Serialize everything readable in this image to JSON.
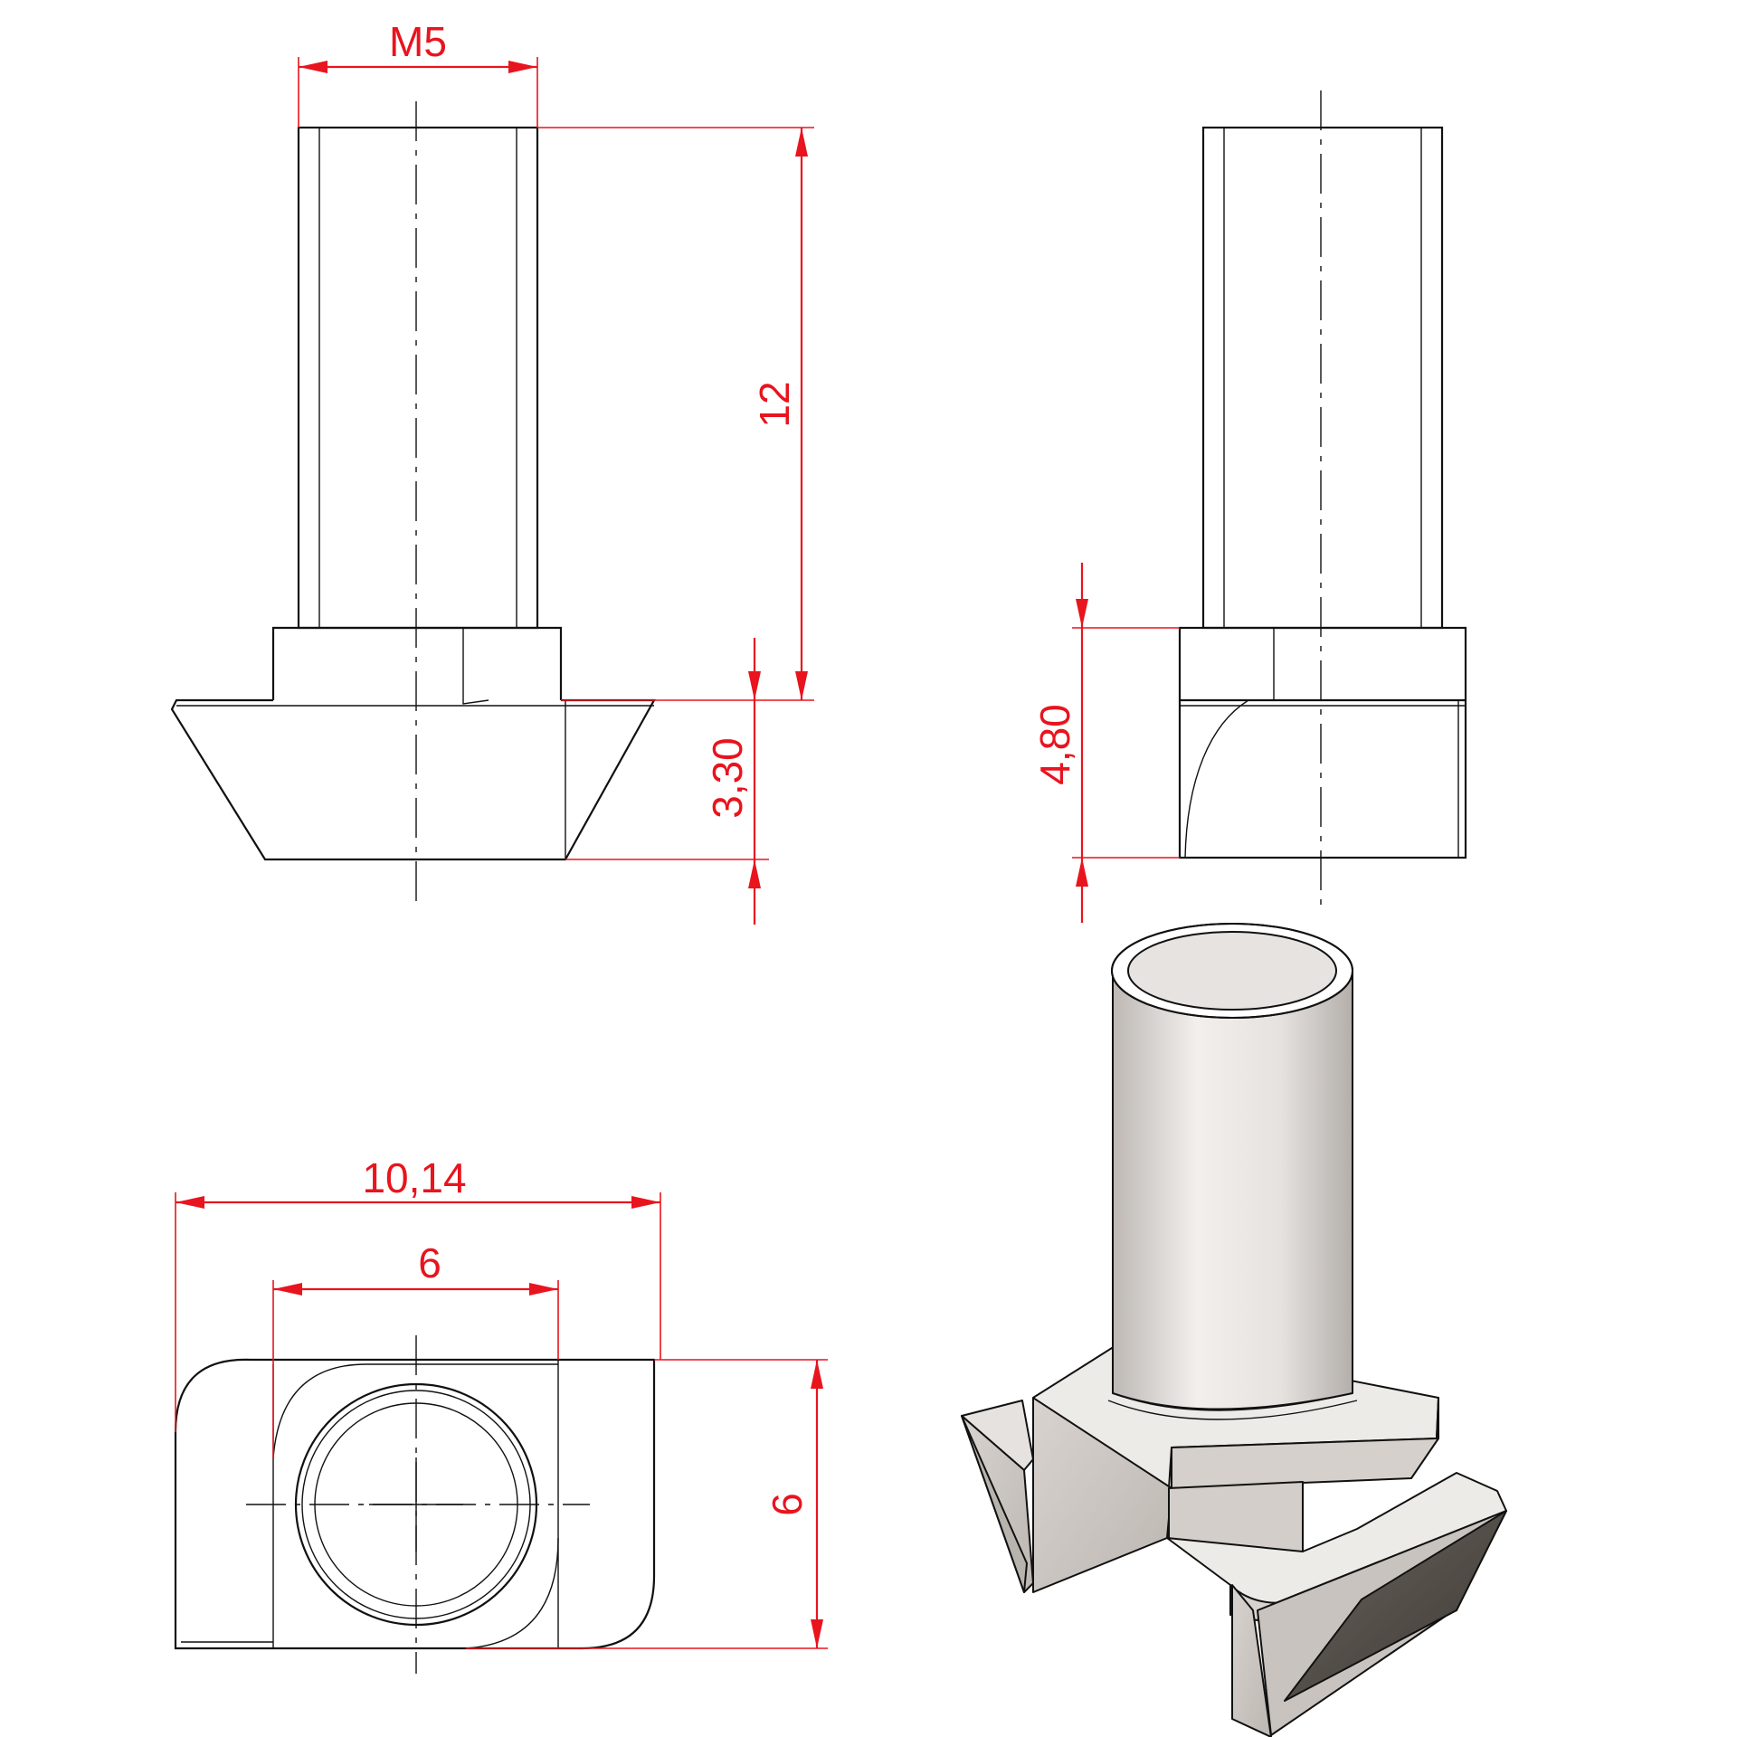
{
  "dimensions": {
    "thread": "M5",
    "bolt_length": "12",
    "head_height": "3,30",
    "block_height": "4,80",
    "overall_width": "10,14",
    "block_width": "6",
    "block_depth": "6"
  },
  "colors": {
    "dimension": "#e8141e",
    "outline": "#111111",
    "shaft_light": "#efeceb",
    "shaft_dark": "#bdb8b4",
    "body_face": "#cbc6c1",
    "body_top": "#ece9e6",
    "groove_dark": "#58524d"
  }
}
